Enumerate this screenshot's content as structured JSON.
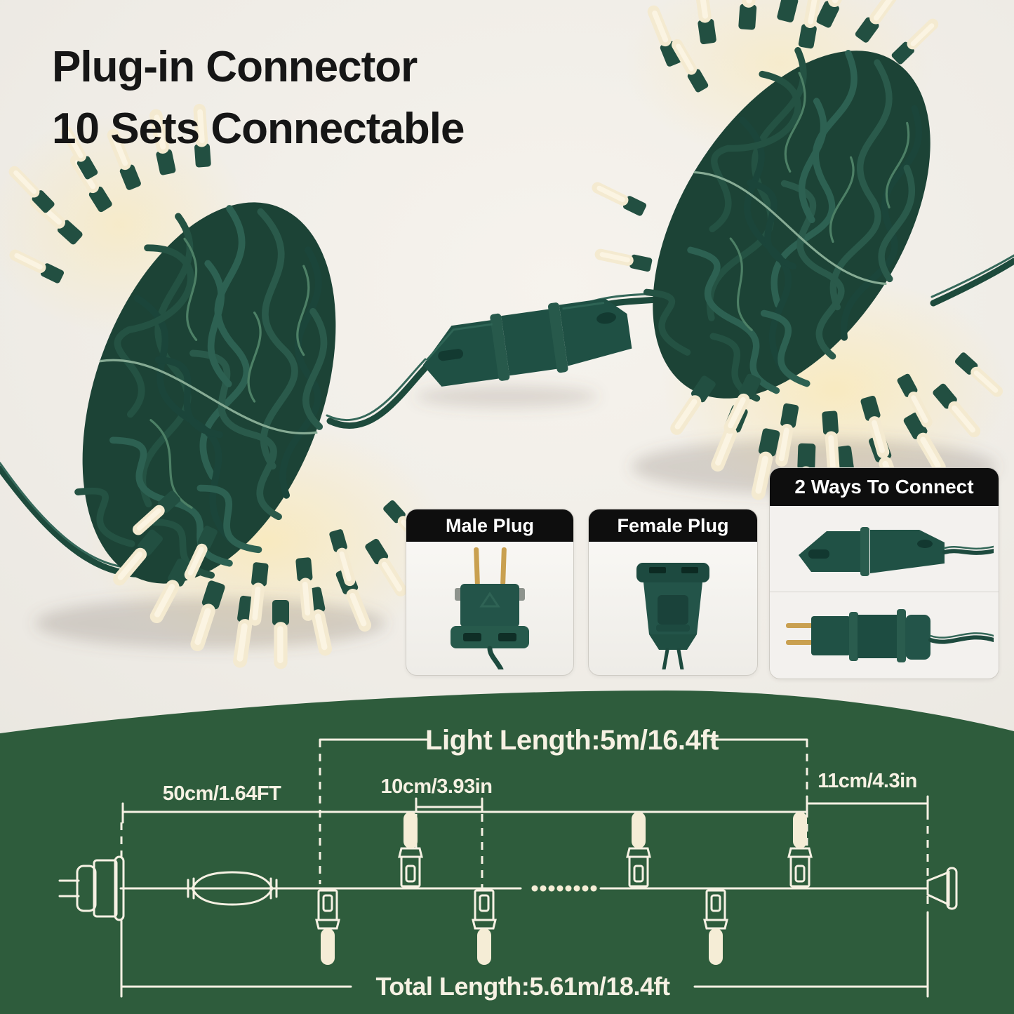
{
  "title": {
    "line1": "Plug-in Connector",
    "line2": "10 Sets Connectable"
  },
  "panels": {
    "male_plug": {
      "label": "Male Plug"
    },
    "female_plug": {
      "label": "Female Plug"
    },
    "two_ways": {
      "label": "2 Ways To Connect"
    }
  },
  "diagram": {
    "light_length_label": "Light Length:5m/16.4ft",
    "lead_spacing_label": "50cm/1.64FT",
    "bulb_spacing_label": "10cm/3.93in",
    "tail_spacing_label": "11cm/4.3in",
    "total_length_label": "Total Length:5.61m/18.4ft"
  },
  "colors": {
    "background_top": "#efece6",
    "background_bottom_green": "#2e5c3c",
    "diagram_line": "#f6f1e3",
    "panel_header_black": "#0e0e0e",
    "wire_green_dark": "#1c4336",
    "wire_green_mid": "#2a5c4b",
    "connector_green": "#1f5044",
    "bulb_warm_white": "#f5edd6",
    "prong_gold": "#c9a050"
  }
}
